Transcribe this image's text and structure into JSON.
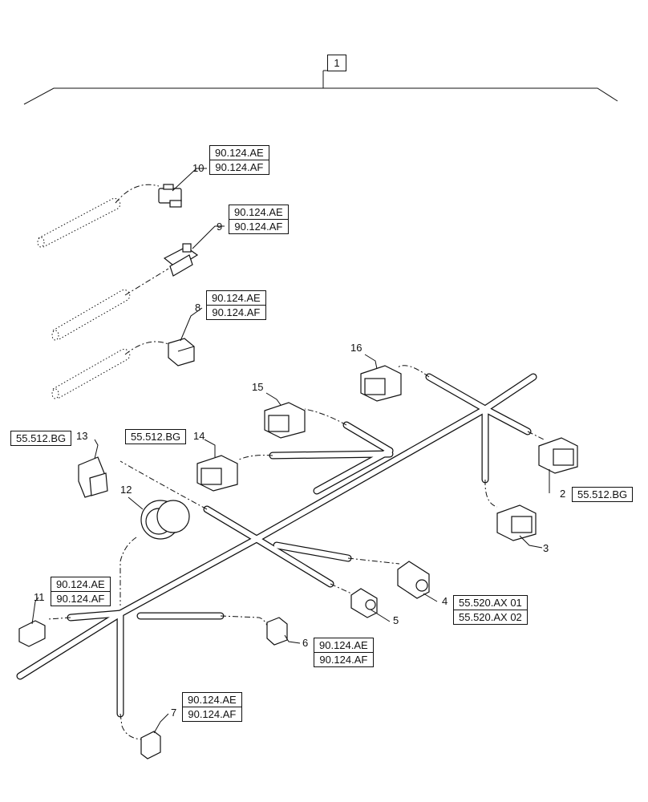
{
  "assembly": {
    "item": "1"
  },
  "callouts": [
    {
      "id": "1",
      "label": "1"
    },
    {
      "id": "2",
      "label": "2"
    },
    {
      "id": "3",
      "label": "3"
    },
    {
      "id": "4",
      "label": "4"
    },
    {
      "id": "5",
      "label": "5"
    },
    {
      "id": "6",
      "label": "6"
    },
    {
      "id": "7",
      "label": "7"
    },
    {
      "id": "8",
      "label": "8"
    },
    {
      "id": "9",
      "label": "9"
    },
    {
      "id": "10",
      "label": "10"
    },
    {
      "id": "11",
      "label": "11"
    },
    {
      "id": "12",
      "label": "12"
    },
    {
      "id": "13",
      "label": "13"
    },
    {
      "id": "14",
      "label": "14"
    },
    {
      "id": "15",
      "label": "15"
    },
    {
      "id": "16",
      "label": "16"
    }
  ],
  "references": {
    "r10": [
      "90.124.AE",
      "90.124.AF"
    ],
    "r9": [
      "90.124.AE",
      "90.124.AF"
    ],
    "r8": [
      "90.124.AE",
      "90.124.AF"
    ],
    "r13": [
      "55.512.BG"
    ],
    "r14": [
      "55.512.BG"
    ],
    "r2": [
      "55.512.BG"
    ],
    "r11": [
      "90.124.AE",
      "90.124.AF"
    ],
    "r4": [
      "55.520.AX 01",
      "55.520.AX 02"
    ],
    "r6": [
      "90.124.AE",
      "90.124.AF"
    ],
    "r7": [
      "90.124.AE",
      "90.124.AF"
    ]
  }
}
